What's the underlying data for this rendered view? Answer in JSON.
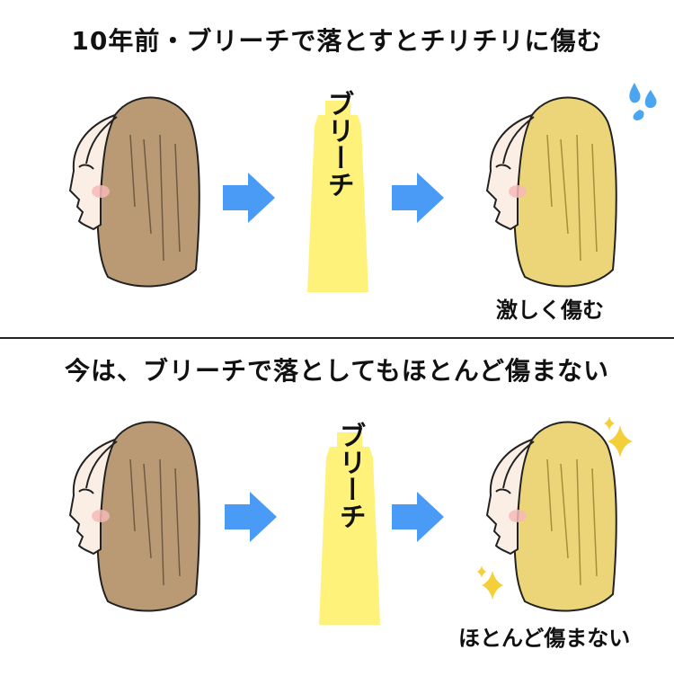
{
  "panels": [
    {
      "title": "10年前・ブリーチで落とすとチリチリに傷む",
      "tube_label": "ブリーチ",
      "caption": "激しく傷む",
      "effect_icon": "sweat-drops-icon"
    },
    {
      "title": "今は、ブリーチで落としてもほとんど傷まない",
      "tube_label": "ブリーチ",
      "caption": "ほとんど傷まない",
      "effect_icon": "sparkle-icon"
    }
  ],
  "colors": {
    "brown_hair": "#b99a74",
    "blonde_hair": "#ecd478",
    "arrow": "#4a9bf5",
    "tube": "#fff27a",
    "blush": "#f6b8b8",
    "sweat": "#4aa6f0",
    "sparkle": "#f5cf3a"
  }
}
